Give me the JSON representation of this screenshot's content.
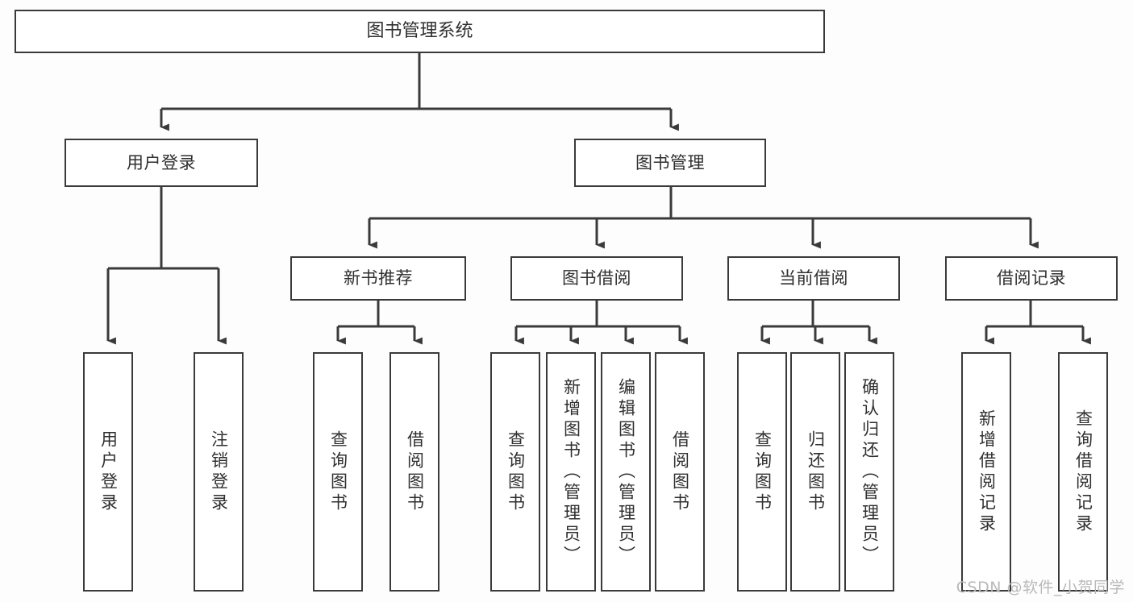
{
  "diagram": {
    "title": "图书管理系统",
    "type": "tree",
    "style": {
      "border_color": "#3a3a3a",
      "box_fill": "#ffffff",
      "text_color": "#2f2f2f",
      "canvas_bg": "#fdfdfd",
      "watermark_color": "#b9b9b9"
    },
    "root": {
      "label": "图书管理系统"
    },
    "level2": [
      {
        "label": "用户登录"
      },
      {
        "label": "图书管理"
      }
    ],
    "level3": [
      {
        "label": "新书推荐"
      },
      {
        "label": "图书借阅"
      },
      {
        "label": "当前借阅"
      },
      {
        "label": "借阅记录"
      }
    ],
    "leaves": {
      "user_login": [
        {
          "label": "用户登录"
        },
        {
          "label": "注销登录"
        }
      ],
      "new_book_recommend": [
        {
          "label": "查询图书"
        },
        {
          "label": "借阅图书"
        }
      ],
      "book_borrow": [
        {
          "label": "查询图书"
        },
        {
          "label": "新增图书（管理员）"
        },
        {
          "label": "编辑图书（管理员）"
        },
        {
          "label": "借阅图书"
        }
      ],
      "current_borrow": [
        {
          "label": "查询图书"
        },
        {
          "label": "归还图书"
        },
        {
          "label": "确认归还（管理员）"
        }
      ],
      "borrow_records": [
        {
          "label": "新增借阅记录"
        },
        {
          "label": "查询借阅记录"
        }
      ]
    }
  },
  "watermark": {
    "text": "CSDN @软件_小贺同学"
  }
}
